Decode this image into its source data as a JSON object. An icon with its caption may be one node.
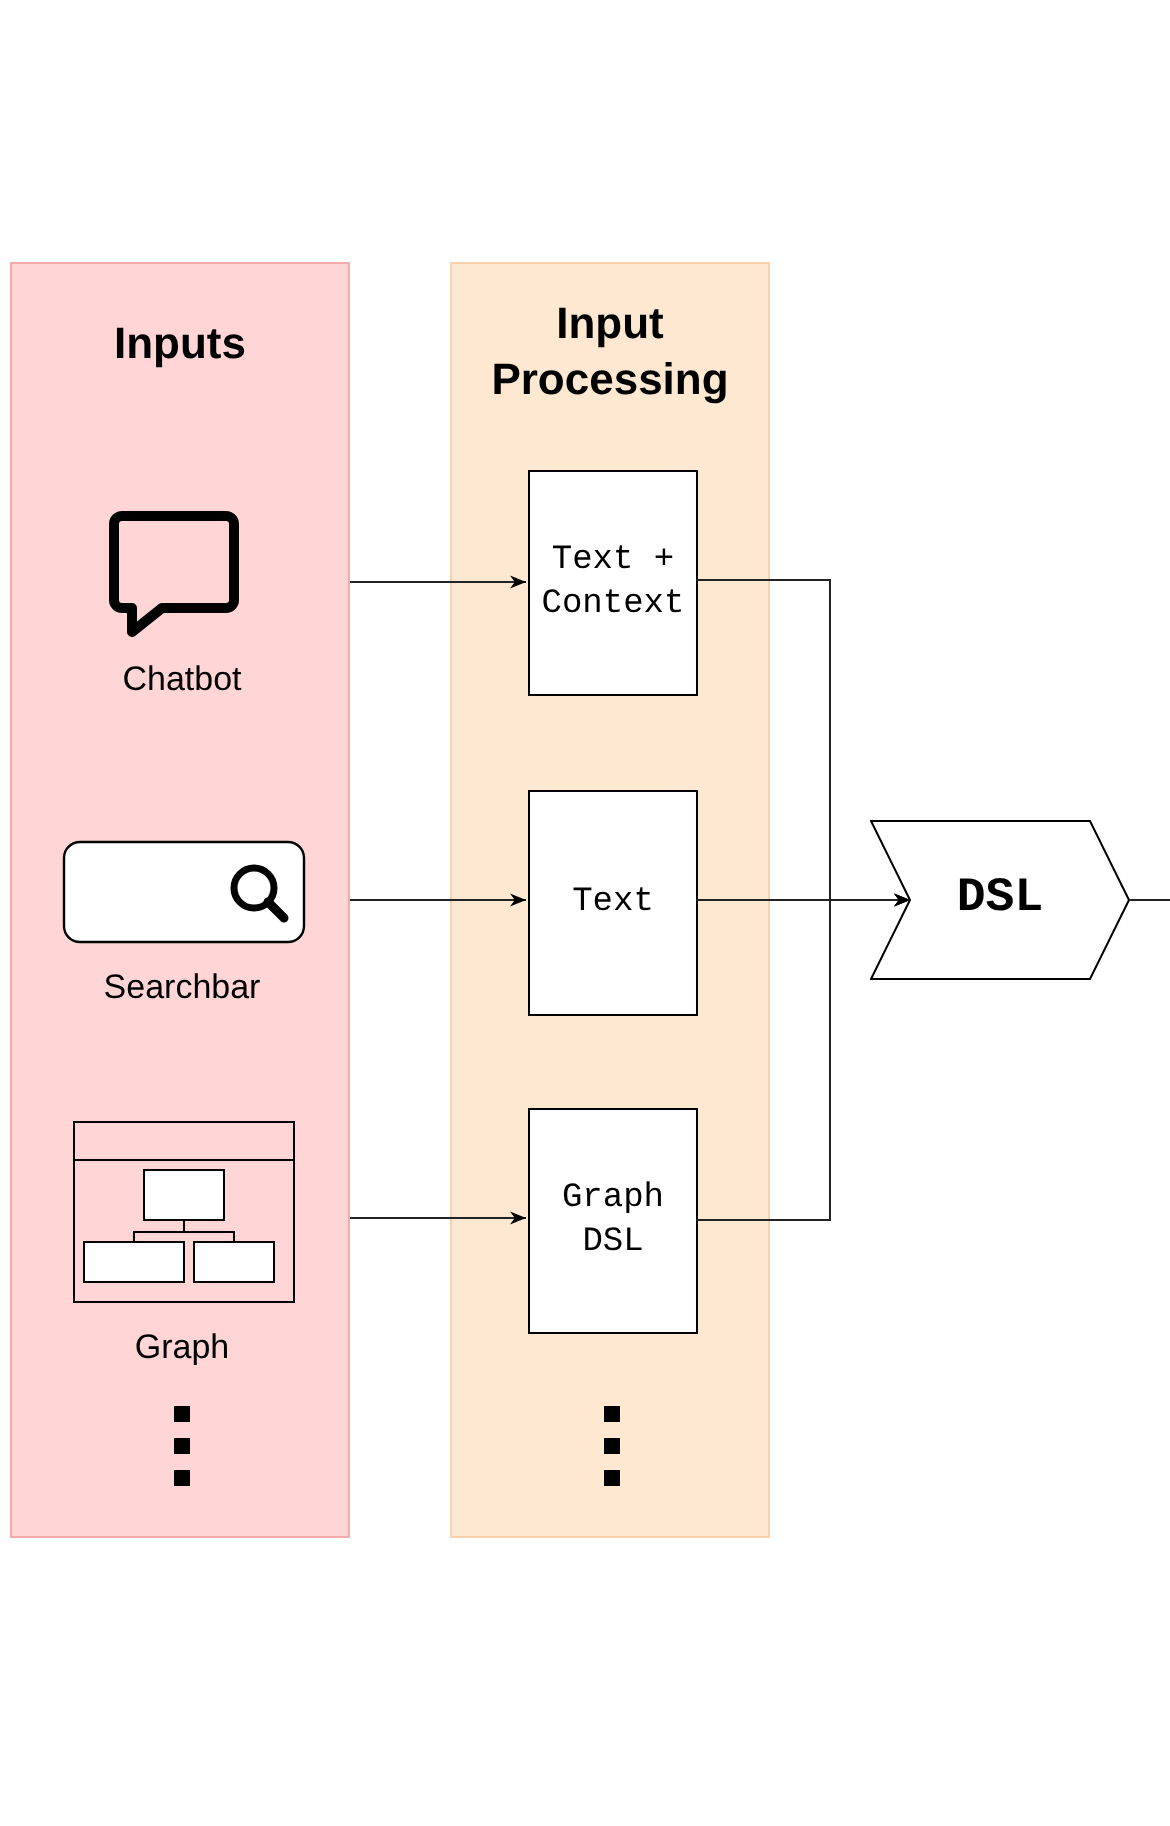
{
  "diagram": {
    "nodes": [
      {
        "text": [
          "Inputs"
        ]
      },
      {
        "text": [
          "Chatbot"
        ],
        "in": 0
      },
      {
        "text": [
          "Searchbar"
        ],
        "in": 0
      },
      {
        "text": [
          "Graph"
        ],
        "in": 0
      },
      {
        "text": [
          "Input Processing"
        ]
      },
      {
        "text": [
          "Text + Context"
        ],
        "in": 4
      },
      {
        "text": [
          "Text"
        ],
        "in": 4
      },
      {
        "text": [
          "Graph DSL"
        ],
        "in": 4
      },
      {
        "text": [
          "DSL"
        ]
      }
    ],
    "edges": [
      {
        "from": 1,
        "to": 5,
        "arrow": "to"
      },
      {
        "from": 2,
        "to": 6,
        "arrow": "to"
      },
      {
        "from": 3,
        "to": 7,
        "arrow": "to"
      },
      {
        "from": 5,
        "to": 8,
        "arrow": "to"
      },
      {
        "from": 6,
        "to": 8,
        "arrow": "to"
      },
      {
        "from": 7,
        "to": 8,
        "arrow": "to"
      },
      {
        "from": 8,
        "to": null,
        "arrow": "none"
      }
    ]
  }
}
